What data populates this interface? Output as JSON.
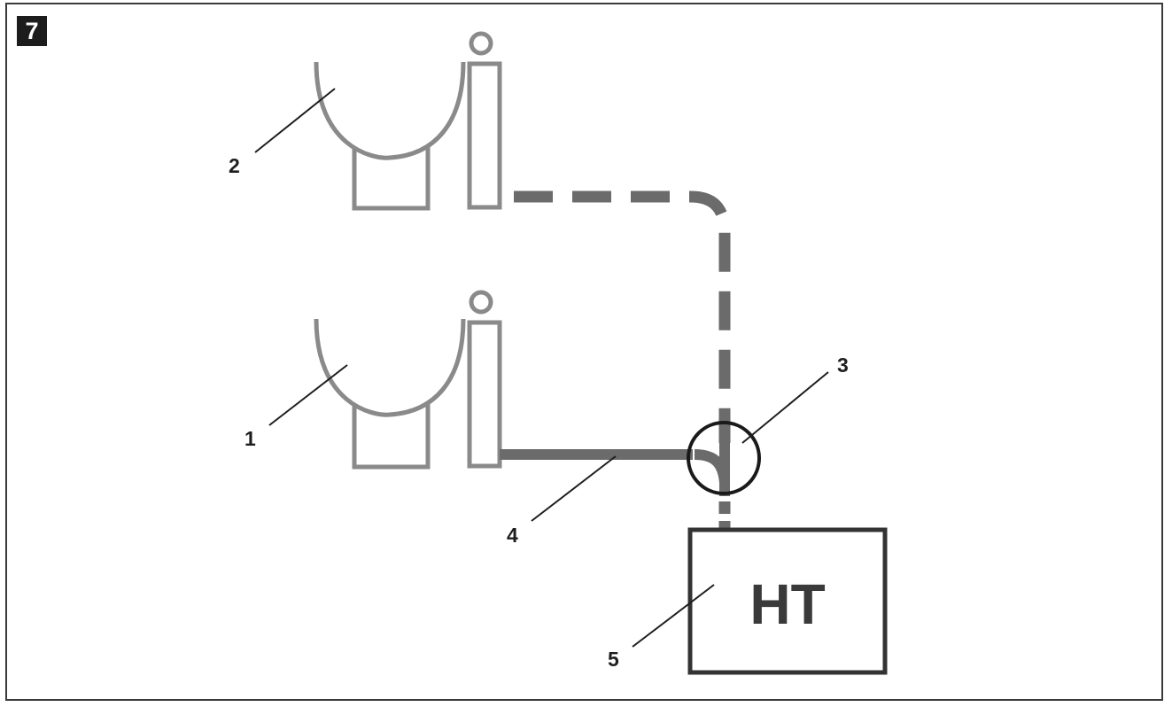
{
  "figure": {
    "number": "7"
  },
  "components": {
    "toilet_1": {
      "label": "1"
    },
    "toilet_2": {
      "label": "2"
    },
    "junction": {
      "label": "3"
    },
    "pipe": {
      "label": "4"
    },
    "tank": {
      "label": "5",
      "text": "HT"
    }
  },
  "colors": {
    "fixture": "#8a8a8a",
    "pipe": "#6b6b6b",
    "outline": "#333333",
    "junction_ring": "#1a1a1a"
  }
}
